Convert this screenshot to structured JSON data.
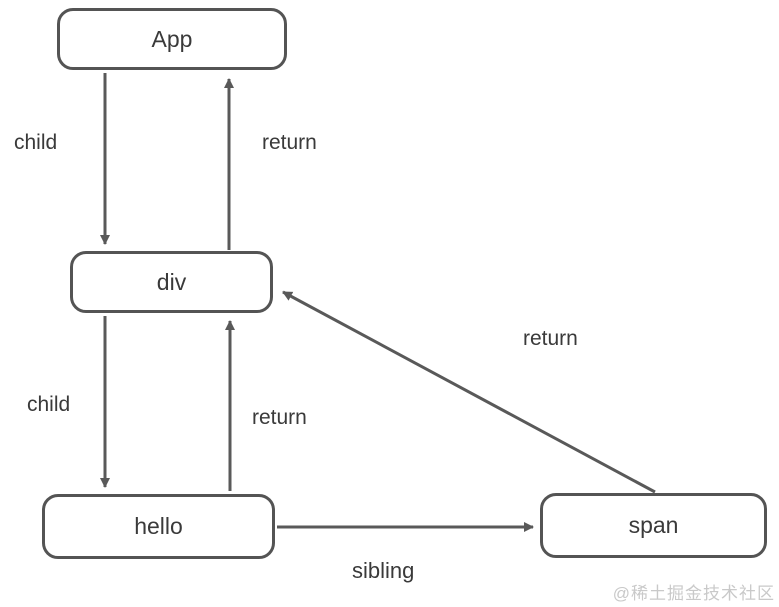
{
  "diagram": {
    "description": "Fiber tree traversal diagram with child / sibling / return pointers"
  },
  "nodes": [
    {
      "id": "app",
      "label": "App"
    },
    {
      "id": "div",
      "label": "div"
    },
    {
      "id": "hello",
      "label": "hello"
    },
    {
      "id": "span",
      "label": "span"
    }
  ],
  "edges": [
    {
      "from": "App",
      "to": "div",
      "label": "child",
      "direction": "down"
    },
    {
      "from": "div",
      "to": "App",
      "label": "return",
      "direction": "up"
    },
    {
      "from": "div",
      "to": "hello",
      "label": "child",
      "direction": "down"
    },
    {
      "from": "hello",
      "to": "div",
      "label": "return",
      "direction": "up"
    },
    {
      "from": "hello",
      "to": "span",
      "label": "sibling",
      "direction": "right"
    },
    {
      "from": "span",
      "to": "div",
      "label": "return",
      "direction": "diagonal-up-left"
    }
  ],
  "watermark": {
    "text": "@稀土掘金技术社区"
  },
  "colors": {
    "stroke": "#595959",
    "node_border": "#545454",
    "text": "#3a3a3a",
    "watermark": "#c9c9c9",
    "background": "#ffffff"
  }
}
